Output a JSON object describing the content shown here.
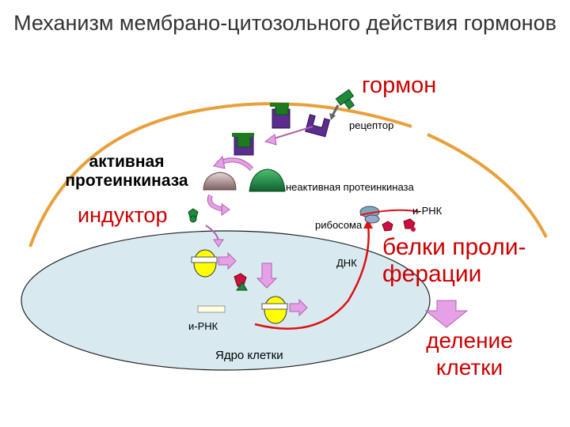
{
  "title": "Механизм мембрано-цитозольного действия гормонов",
  "labels": {
    "hormone": "гормон",
    "receptor": "рецептор",
    "active_kinase": "активная протеинкиназа",
    "inactive_kinase": "неактивная протеинкиназа",
    "inducer": "индуктор",
    "mrna_cytoplasm": "и-РНК",
    "ribosome": "рибосома",
    "dna": "ДНК",
    "proliferation_proteins": "белки проли-ферации",
    "mrna_nucleus": "и-РНК",
    "nucleus": "Ядро клетки",
    "cell_division": "деление клетки"
  },
  "colors": {
    "hormone_text": "#cc0000",
    "membrane": "#e8a03a",
    "receptor": "#5b2d8e",
    "receptor_cap": "#1e7a1e",
    "active_kinase": "#b09090",
    "inactive_kinase": "#1f8a3a",
    "arrow_fill": "#e6a0e6",
    "nucleus_fill": "#d8eaf0",
    "gene_fill": "#ffff00",
    "red_path": "#dd1111"
  },
  "icons": [
    "hormone-icon",
    "receptor-icon",
    "active-kinase-icon",
    "inactive-kinase-icon",
    "inducer-icon",
    "ribosome-icon",
    "protein-icon",
    "gene-icon",
    "arrow-icon"
  ]
}
